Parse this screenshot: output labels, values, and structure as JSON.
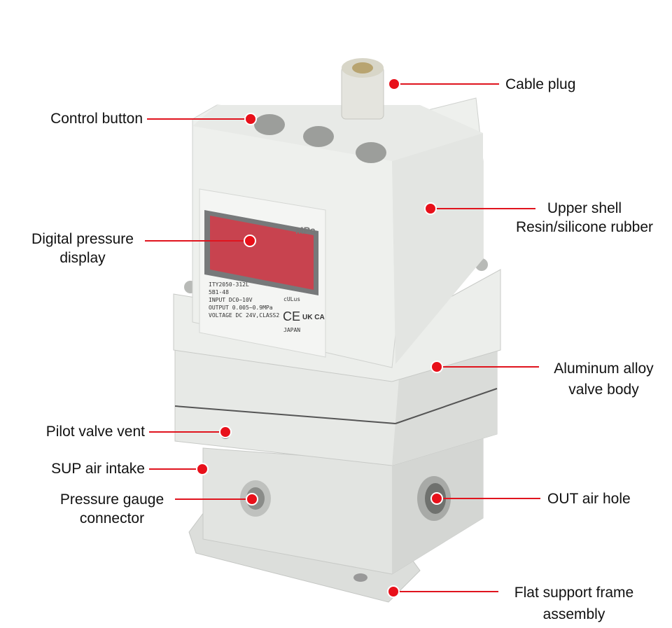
{
  "device": {
    "unit": "MPa",
    "model": "ITY2050-312L",
    "code": "5B1-48",
    "spec_lines": [
      "INPUT DC0~10V",
      "OUTPUT 0.005~0.9MPa",
      "VOLTAGE DC 24V,CLASS2"
    ],
    "origin": "JAPAN",
    "marks": [
      "CE",
      "UK CA",
      "cULus"
    ]
  },
  "callouts": {
    "cable_plug": "Cable plug",
    "control_button": "Control button",
    "upper_shell": [
      "Upper shell",
      "Resin/silicone rubber"
    ],
    "display": [
      "Digital pressure",
      "display"
    ],
    "valve_body": [
      "Aluminum alloy",
      "valve body"
    ],
    "pilot_vent": "Pilot valve vent",
    "sup_intake": "SUP air intake",
    "gauge_connector": [
      "Pressure gauge",
      "connector"
    ],
    "out_hole": "OUT air hole",
    "support_frame": [
      "Flat support frame",
      "assembly"
    ]
  },
  "colors": {
    "accent": "#e8101a",
    "body": "#e4e6e3",
    "display": "#c8434f"
  }
}
